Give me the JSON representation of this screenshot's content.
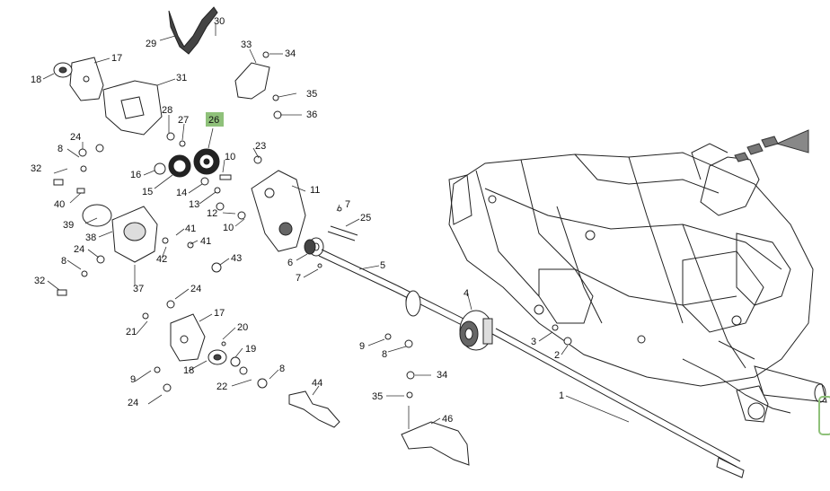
{
  "diagram": {
    "highlight_color": "#8fc17a",
    "callouts": [
      {
        "id": "c29",
        "label": "29"
      },
      {
        "id": "c30",
        "label": "30"
      },
      {
        "id": "c33",
        "label": "33"
      },
      {
        "id": "c34a",
        "label": "34"
      },
      {
        "id": "c17a",
        "label": "17"
      },
      {
        "id": "c18a",
        "label": "18"
      },
      {
        "id": "c31",
        "label": "31"
      },
      {
        "id": "c35a",
        "label": "35"
      },
      {
        "id": "c36",
        "label": "36"
      },
      {
        "id": "c28",
        "label": "28"
      },
      {
        "id": "c27",
        "label": "27"
      },
      {
        "id": "c26",
        "label": "26",
        "highlighted": true
      },
      {
        "id": "c24a",
        "label": "24"
      },
      {
        "id": "c8a",
        "label": "8"
      },
      {
        "id": "c23",
        "label": "23"
      },
      {
        "id": "c32a",
        "label": "32"
      },
      {
        "id": "c16",
        "label": "16"
      },
      {
        "id": "c10a",
        "label": "10"
      },
      {
        "id": "c15",
        "label": "15"
      },
      {
        "id": "c14",
        "label": "14"
      },
      {
        "id": "c11",
        "label": "11"
      },
      {
        "id": "c40",
        "label": "40"
      },
      {
        "id": "c13",
        "label": "13"
      },
      {
        "id": "c7a",
        "label": "7"
      },
      {
        "id": "c12",
        "label": "12"
      },
      {
        "id": "c39",
        "label": "39"
      },
      {
        "id": "c25",
        "label": "25"
      },
      {
        "id": "c10b",
        "label": "10"
      },
      {
        "id": "c38",
        "label": "38"
      },
      {
        "id": "c41a",
        "label": "41"
      },
      {
        "id": "c41b",
        "label": "41"
      },
      {
        "id": "c24b",
        "label": "24"
      },
      {
        "id": "c42",
        "label": "42"
      },
      {
        "id": "c43",
        "label": "43"
      },
      {
        "id": "c6",
        "label": "6"
      },
      {
        "id": "c8b",
        "label": "8"
      },
      {
        "id": "c5",
        "label": "5"
      },
      {
        "id": "c7b",
        "label": "7"
      },
      {
        "id": "c32b",
        "label": "32"
      },
      {
        "id": "c37",
        "label": "37"
      },
      {
        "id": "c24c",
        "label": "24"
      },
      {
        "id": "c4",
        "label": "4"
      },
      {
        "id": "c17b",
        "label": "17"
      },
      {
        "id": "c21",
        "label": "21"
      },
      {
        "id": "c20",
        "label": "20"
      },
      {
        "id": "c9a",
        "label": "9"
      },
      {
        "id": "c3",
        "label": "3"
      },
      {
        "id": "c19",
        "label": "19"
      },
      {
        "id": "c8c",
        "label": "8"
      },
      {
        "id": "c2",
        "label": "2"
      },
      {
        "id": "c18b",
        "label": "18"
      },
      {
        "id": "c9b",
        "label": "9"
      },
      {
        "id": "c8d",
        "label": "8"
      },
      {
        "id": "c34b",
        "label": "34"
      },
      {
        "id": "c22",
        "label": "22"
      },
      {
        "id": "c35b",
        "label": "35"
      },
      {
        "id": "c44",
        "label": "44"
      },
      {
        "id": "c1",
        "label": "1"
      },
      {
        "id": "c24d",
        "label": "24"
      },
      {
        "id": "c46",
        "label": "46"
      }
    ]
  }
}
